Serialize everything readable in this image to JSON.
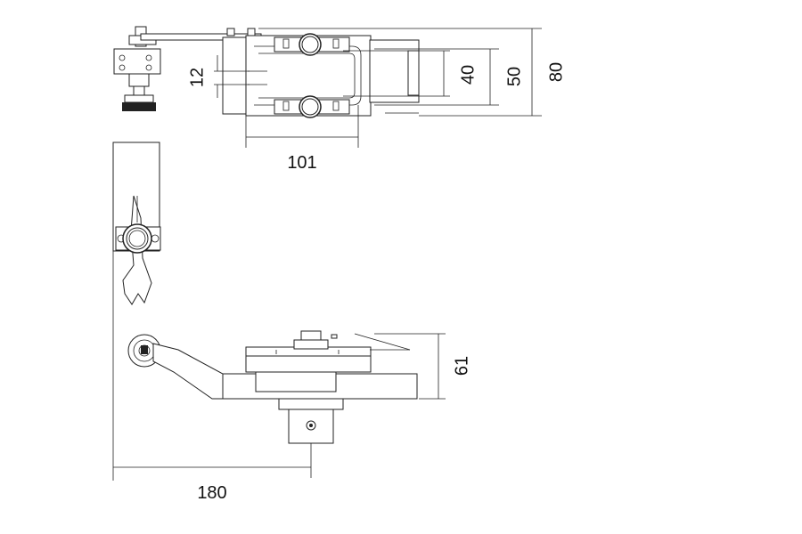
{
  "dimensions": {
    "d12": "12",
    "d40": "40",
    "d50": "50",
    "d80": "80",
    "d101": "101",
    "d61": "61",
    "d180": "180"
  }
}
